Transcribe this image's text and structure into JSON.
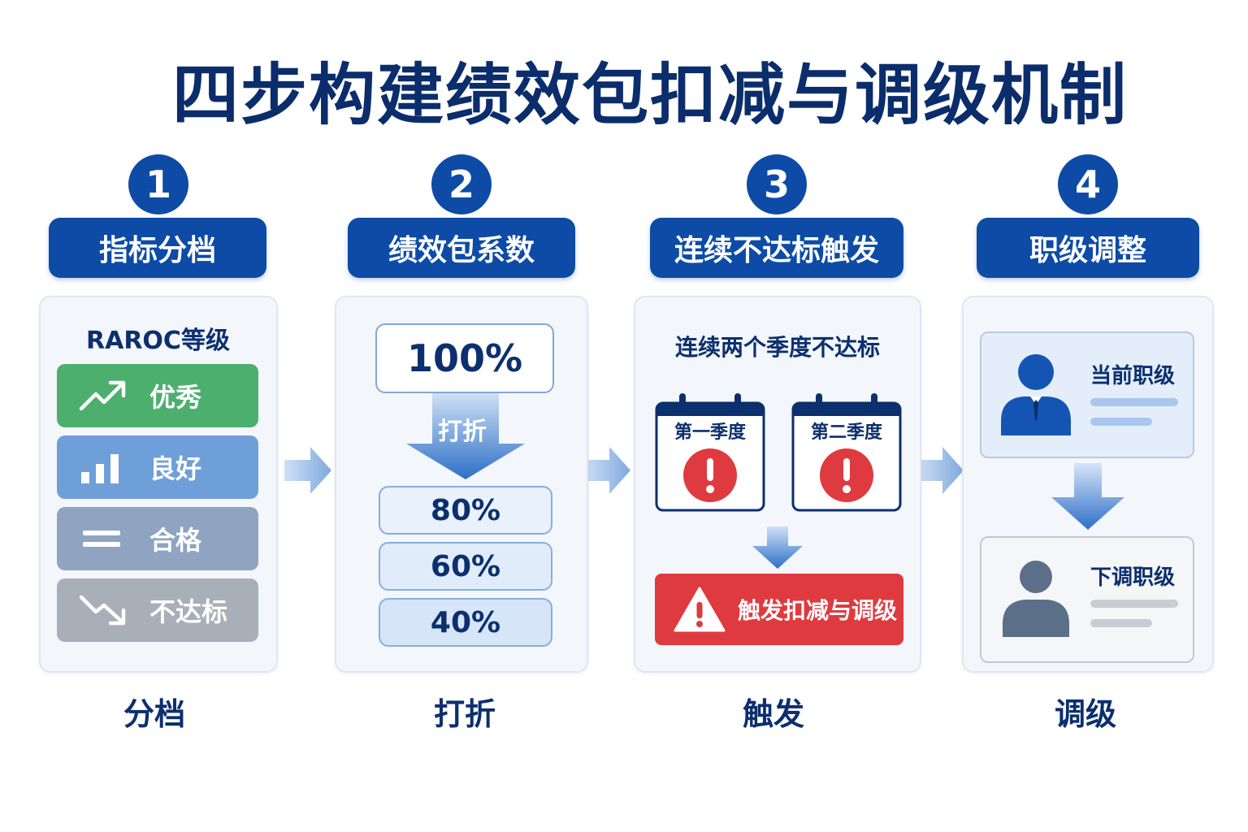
{
  "title": "四步构建绩效包扣减与调级机制",
  "steps": [
    {
      "number": "1",
      "header": "指标分档",
      "caption": "分档",
      "grade_label": "RAROC等级",
      "tiers": [
        {
          "label": "优秀",
          "icon": "trend-up-icon",
          "color": "#4caf6e"
        },
        {
          "label": "良好",
          "icon": "bar-chart-icon",
          "color": "#6f9fd9"
        },
        {
          "label": "合格",
          "icon": "equals-icon",
          "color": "#8ea4c0"
        },
        {
          "label": "不达标",
          "icon": "trend-down-icon",
          "color": "#a9afb8"
        }
      ]
    },
    {
      "number": "2",
      "header": "绩效包系数",
      "caption": "打折",
      "base_rate": "100%",
      "discount_label": "打折",
      "rates": [
        "80%",
        "60%",
        "40%"
      ]
    },
    {
      "number": "3",
      "header": "连续不达标触发",
      "caption": "触发",
      "condition": "连续两个季度不达标",
      "quarters": [
        "第一季度",
        "第二季度"
      ],
      "trigger_label": "触发扣减与调级"
    },
    {
      "number": "4",
      "header": "职级调整",
      "caption": "调级",
      "current_label": "当前职级",
      "lowered_label": "下调职级"
    }
  ],
  "colors": {
    "primary": "#0d4ba6",
    "alert": "#df3a3f",
    "arrow": "#8fb4e2"
  }
}
